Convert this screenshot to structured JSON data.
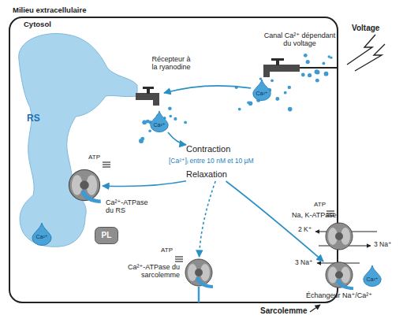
{
  "diagram": {
    "nodes": [
      {
        "text": [
          "RS"
        ]
      },
      {
        "text": [
          "Récepteur à la ryanodine"
        ]
      },
      {
        "text": [
          "Canal Ca²⁺ dépendant du voltage"
        ]
      },
      {
        "text": [
          "Ca²⁺"
        ]
      },
      {
        "text": [
          "Ca²⁺"
        ]
      },
      {
        "text": [
          "Contraction"
        ]
      },
      {
        "text": [
          "Relaxation"
        ]
      },
      {
        "text": [
          "Ca²⁺-ATPase du RS"
        ]
      },
      {
        "text": [
          "Ca²⁺"
        ],
        "in": 0
      },
      {
        "text": [
          "PL"
        ]
      },
      {
        "text": [
          "Ca²⁺-ATPase du sarcolemme"
        ]
      },
      {
        "text": [
          "Na, K-ATPase"
        ]
      },
      {
        "text": [
          "Échangeur Na⁺/Ca²⁺"
        ]
      },
      {
        "text": [
          "Ca²⁺"
        ]
      }
    ],
    "edges": [
      {
        "from": 4,
        "to": 1,
        "arrow": "to"
      },
      {
        "from": 3,
        "to": 5,
        "arrow": "to"
      },
      {
        "from": 6,
        "to": 7,
        "arrow": "to"
      },
      {
        "from": 6,
        "to": 10,
        "arrow": "to"
      },
      {
        "from": 6,
        "to": 12,
        "arrow": "to"
      }
    ],
    "labels": [
      "Milieu extracellulaire",
      "Cytosol",
      "Voltage",
      "[Ca²⁺]ᵢ entre 10 nM et 10 µM",
      "ATP",
      "ATP",
      "ATP",
      "2 K⁺",
      "3 Na⁺",
      "3 Na⁺",
      "Sarcolemme"
    ]
  }
}
